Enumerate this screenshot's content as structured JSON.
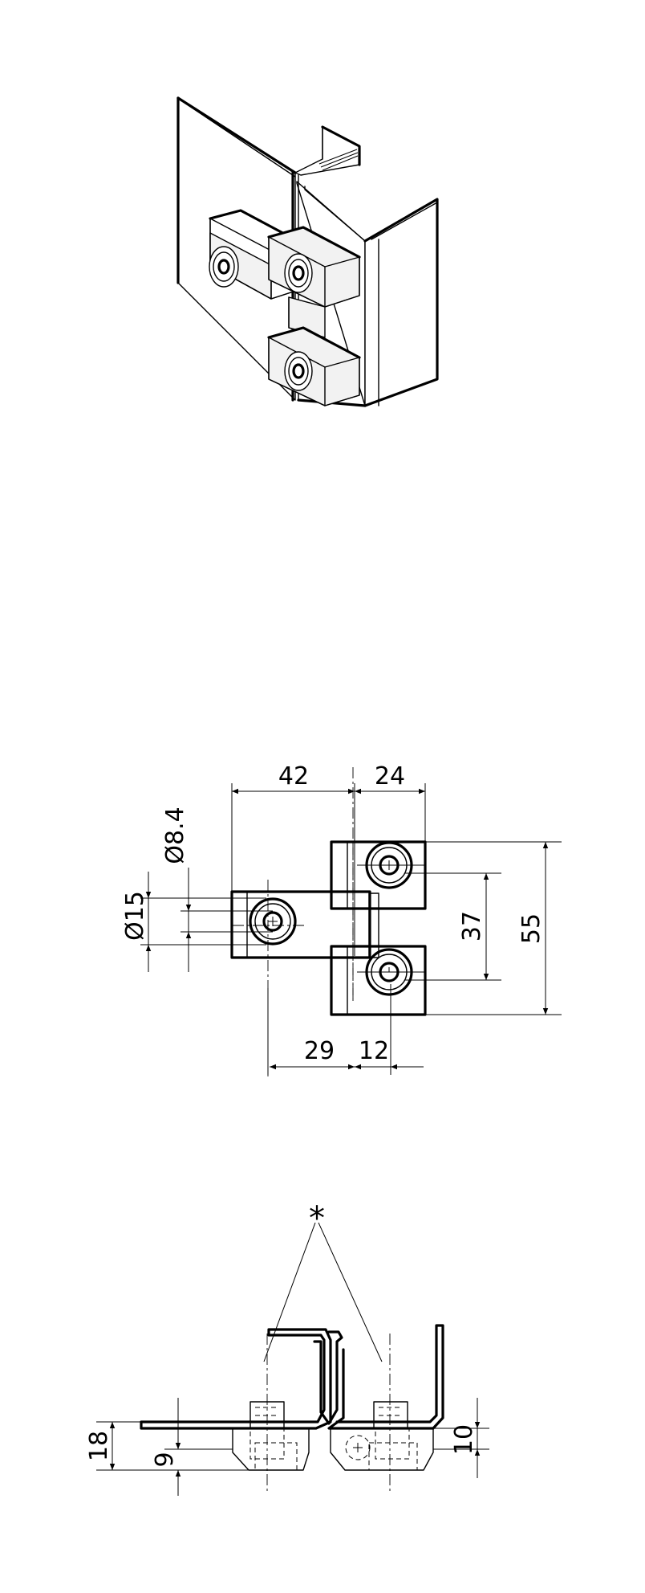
{
  "dimensions": {
    "top_width_left": "42",
    "top_width_right": "24",
    "bore_small": "Ø8.4",
    "bore_large": "Ø15",
    "hole_spacing": "37",
    "total_height": "55",
    "bottom_left": "29",
    "bottom_right": "12",
    "side_height": "18",
    "side_offset": "9",
    "side_right": "10"
  },
  "annotations": {
    "asterisk": "*"
  }
}
